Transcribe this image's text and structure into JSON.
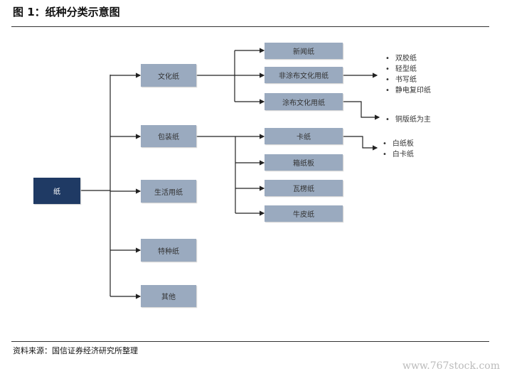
{
  "title": "图 1：纸种分类示意图",
  "root": "纸",
  "level1": [
    "文化纸",
    "包装纸",
    "生活用纸",
    "特种纸",
    "其他"
  ],
  "culture": [
    "新闻纸",
    "非涂布文化用纸",
    "涂布文化用纸"
  ],
  "packaging": [
    "卡纸",
    "箱纸板",
    "瓦楞纸",
    "牛皮纸"
  ],
  "uncoated_items": [
    "双胶纸",
    "轻型纸",
    "书写纸",
    "静电复印纸"
  ],
  "coated_items": [
    "铜版纸为主"
  ],
  "card_items": [
    "白纸板",
    "白卡纸"
  ],
  "source": "资料来源：国信证券经济研究所整理",
  "watermark": "www.767stock.com"
}
